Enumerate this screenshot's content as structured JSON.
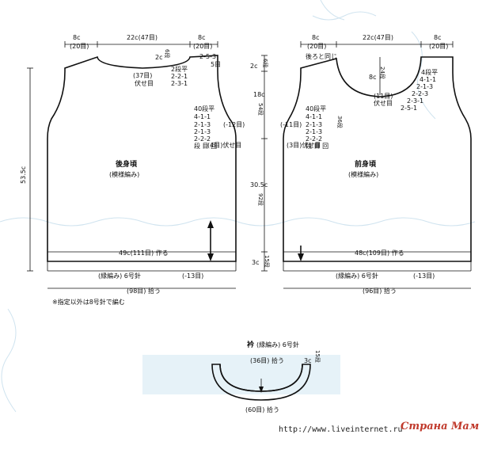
{
  "back": {
    "shoulder_left": "8c",
    "shoulder_left_rows": "(20目)",
    "neck_width": "22c(47目)",
    "shoulder_right": "8c",
    "shoulder_right_rows": "(20目)",
    "neck_depth": "2c",
    "neck_depth_rows": "6段",
    "neck_bind": "(37目)",
    "neck_bind_note": "伏せ目",
    "shoulder_dec": [
      "2-5-3",
      "5目"
    ],
    "neck_dec": [
      "2段平",
      "2-2-1",
      "2-3-1"
    ],
    "arm_dec": [
      "40段平",
      "4-1-1",
      "2-1-3",
      "2-1-3",
      "2-2-2",
      "段 目 回"
    ],
    "arm_dec_total": "(-12目)",
    "arm_bind": "(4目)伏せ目",
    "title": "後身頃",
    "subtitle": "(模様編み)",
    "cast_on": "49c(111目) 作る",
    "rib": "(縁編み) 6号針",
    "rib_dec": "(-13目)",
    "pick_up": "(98目) 拾う",
    "total_height": "53.5c"
  },
  "front": {
    "shoulder_left": "8c",
    "shoulder_left_rows": "(20目)",
    "neck_width": "22c(47目)",
    "shoulder_right": "8c",
    "shoulder_right_rows": "(20目)",
    "same_as_back": "後ろと同じ",
    "neck_depth": "8c",
    "neck_depth_rows": "24段",
    "neck_bind": "(11目)",
    "neck_bind_note": "伏せ目",
    "neck_dec": [
      "4段平",
      "4-1-1",
      "2-1-3",
      "2-2-3",
      "2-3-1",
      "2-5-1"
    ],
    "arm_dec": [
      "40段平",
      "4-1-1",
      "2-1-3",
      "2-1-3",
      "2-2-2",
      "段 目 回"
    ],
    "arm_dec_total": "(-11目)",
    "arm_rows": "36段",
    "arm_bind": "(3目)伏せ目",
    "title": "前身頃",
    "subtitle": "(模様編み)",
    "cast_on": "48c(109目) 作る",
    "rib": "(縁編み) 6号針",
    "rib_dec": "(-13目)",
    "pick_up": "(96目) 拾う"
  },
  "middle": {
    "top": "2c",
    "top_rows": "6段",
    "upper": "18c",
    "upper_rows": "54段",
    "lower": "30.5c",
    "lower_rows": "92段",
    "rib": "3c",
    "rib_rows": "15段"
  },
  "note": "※指定以外は8号針で編む",
  "collar": {
    "title": "衿",
    "title_sub": "(縁編み) 6号針",
    "inner_pick": "(36目) 拾う",
    "depth": "3c",
    "depth_rows": "15段",
    "outer_pick": "(60目) 拾う"
  },
  "watermark": {
    "url": "http://www.liveinternet.ru",
    "brand": "Страна Мам"
  }
}
